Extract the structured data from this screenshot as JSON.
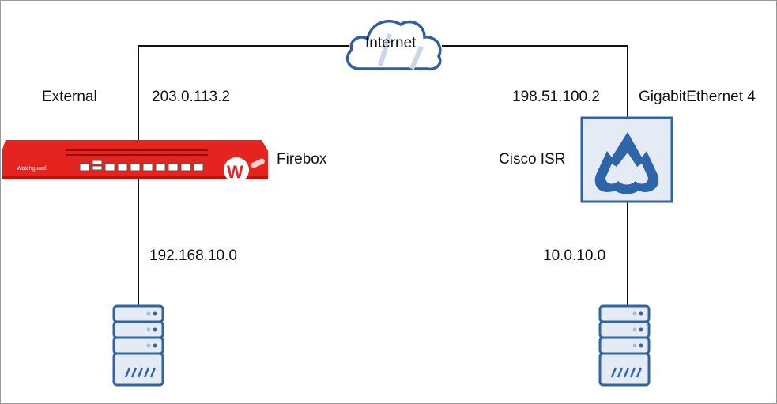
{
  "labels": {
    "internet": "Internet",
    "external": "External",
    "firebox_ip": "203.0.113.2",
    "firebox": "Firebox",
    "firebox_lan": "192.168.10.0",
    "cisco_ip": "198.51.100.2",
    "cisco_iface": "GigabitEthernet 4",
    "cisco": "Cisco ISR",
    "cisco_lan": "10.0.10.0"
  },
  "colors": {
    "firebox_red": "#e5241f",
    "icon_blue": "#2e64a8",
    "icon_fill": "#e4ebf5",
    "line": "#111111"
  }
}
